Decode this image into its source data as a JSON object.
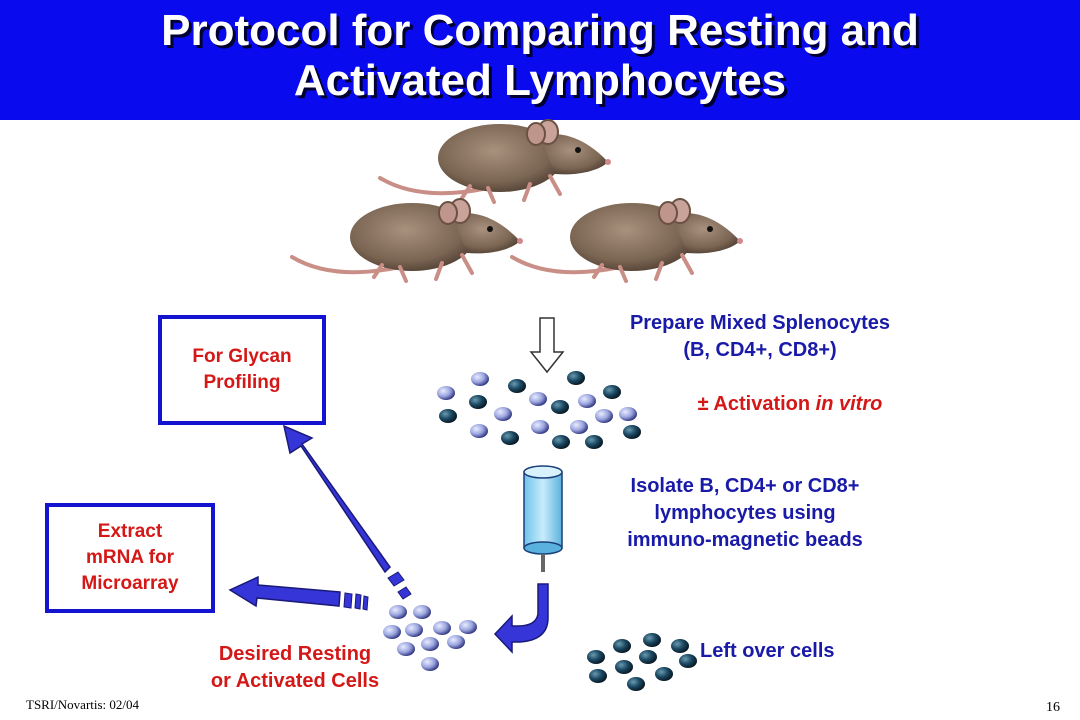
{
  "title": {
    "line1": "Protocol for Comparing Resting and",
    "line2": "Activated Lymphocytes"
  },
  "steps": {
    "prepare_line1": "Prepare Mixed Splenocytes",
    "prepare_line2": "(B, CD4+, CD8+)",
    "activation_prefix": "± Activation ",
    "activation_italic": "in vitro",
    "isolate_line1": "Isolate B, CD4+ or CD8+",
    "isolate_line2": "lymphocytes using",
    "isolate_line3": "immuno-magnetic beads",
    "leftover": "Left over cells",
    "desired_line1": "Desired Resting",
    "desired_line2": "or Activated Cells"
  },
  "boxes": {
    "glycan_line1": "For Glycan",
    "glycan_line2": "Profiling",
    "mrna_line1": "Extract",
    "mrna_line2": "mRNA for",
    "mrna_line3": "Microarray"
  },
  "footer": {
    "source": "TSRI/Novartis: 02/04",
    "page": "16"
  },
  "colors": {
    "title_bar": "#0a0aee",
    "label_blue": "#1a1aa8",
    "label_red": "#d41818",
    "arrow_blue": "#3535d8"
  }
}
